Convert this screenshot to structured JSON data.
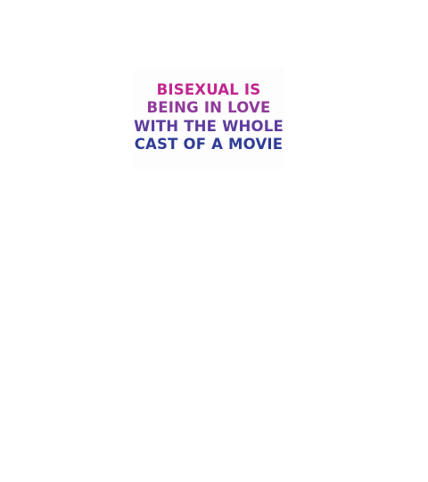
{
  "design": {
    "lines": [
      {
        "text": "BISEXUAL IS",
        "color": "#c2268f"
      },
      {
        "text": "BEING IN LOVE",
        "color": "#8f3a9a"
      },
      {
        "text": "WITH THE WHOLE",
        "color": "#5e3d9e"
      },
      {
        "text": "CAST OF A MOVIE",
        "color": "#2f3d96"
      }
    ],
    "palette": {
      "pink": "#c2268f",
      "purple": "#7b3c9c",
      "blue": "#2f3d96"
    }
  }
}
